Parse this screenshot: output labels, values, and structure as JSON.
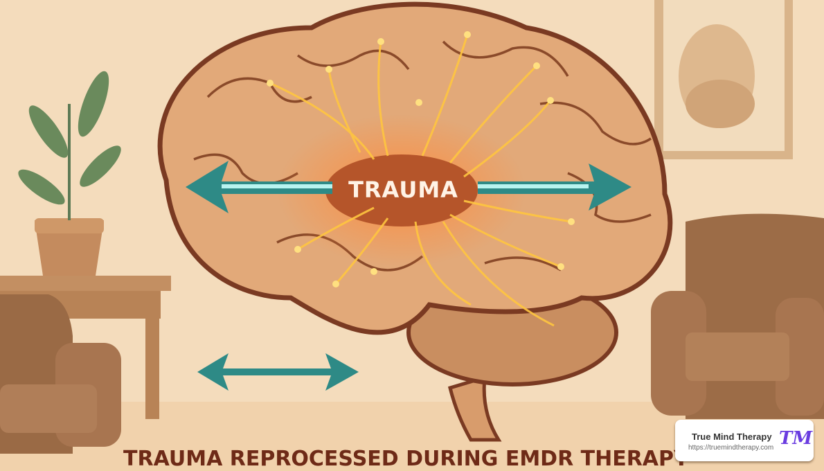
{
  "illustration": {
    "brain_label": "TRAUMA",
    "title": "TRAUMA REPROCESSED DURING EMDR THERAPY",
    "colors": {
      "background": "#f4dcbc",
      "brain": "#e0a878",
      "outline": "#7a3a22",
      "glow": "#ffc640",
      "arrow": "#2e8a86",
      "title": "#6e2a17"
    }
  },
  "badge": {
    "name": "True Mind Therapy",
    "url": "https://truemindtherapy.com",
    "logo": "TM"
  }
}
